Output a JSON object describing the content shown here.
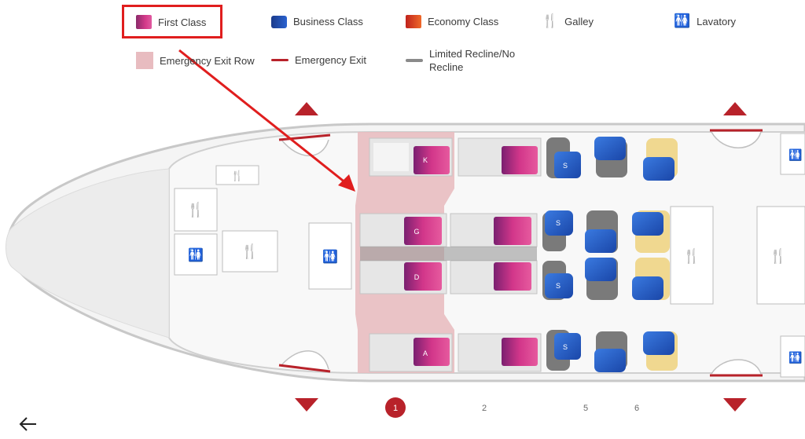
{
  "legend": {
    "items": [
      {
        "key": "first",
        "label": "First Class"
      },
      {
        "key": "business",
        "label": "Business Class"
      },
      {
        "key": "economy",
        "label": "Economy Class"
      },
      {
        "key": "galley",
        "label": "Galley"
      },
      {
        "key": "lavatory",
        "label": "Lavatory"
      },
      {
        "key": "exit_row",
        "label": "Emergency Exit Row"
      },
      {
        "key": "exit",
        "label": "Emergency Exit"
      },
      {
        "key": "limited",
        "label_line1": "Limited Recline/No",
        "label_line2": "Recline"
      }
    ]
  },
  "seat_letters": {
    "K": "K",
    "G": "G",
    "D": "D",
    "A": "A",
    "S": "S"
  },
  "row_numbers": {
    "r1": "1",
    "r2": "2",
    "r5": "5",
    "r6": "6"
  },
  "colors": {
    "first": "#d43a8a",
    "business": "#2a62d0",
    "economy": "#e0422a",
    "exit_row": "#e8bcc0",
    "exit": "#b8222a",
    "highlight": "#e01e1e"
  },
  "icons": {
    "back": "arrow-left-icon",
    "galley": "fork-knife-icon",
    "lavatory": "lavatory-icon"
  }
}
